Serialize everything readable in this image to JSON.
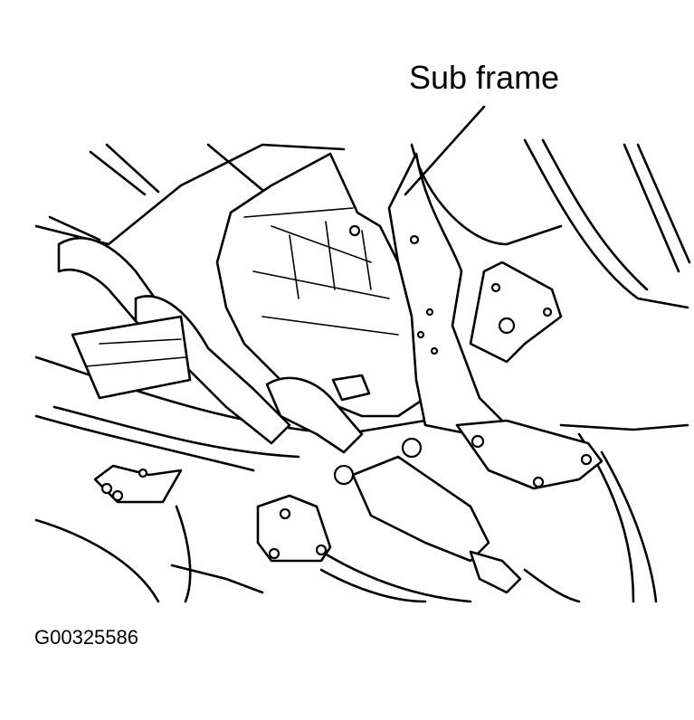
{
  "diagram": {
    "callout_label": "Sub frame",
    "figure_id": "G00325586"
  },
  "icons": [
    "sub-frame-drawing",
    "exhaust-pipe",
    "catalytic-converter",
    "mount-bracket",
    "bolt"
  ]
}
